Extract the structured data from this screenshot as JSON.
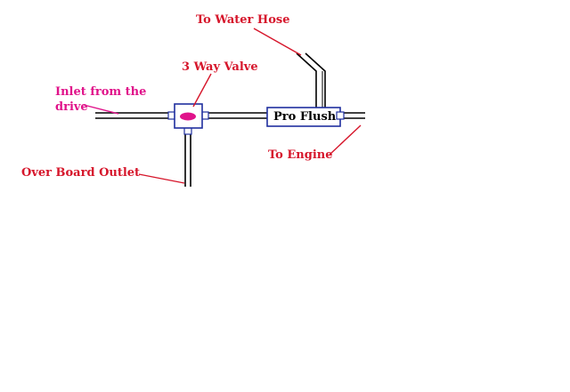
{
  "labels": {
    "water_hose": "To Water Hose",
    "three_way_valve": "3 Way Valve",
    "inlet_line1": "Inlet from the",
    "inlet_line2": "drive",
    "pro_flush": "Pro Flush",
    "to_engine": "To Engine",
    "overboard": "Over Board Outlet"
  },
  "colors": {
    "label_red": "#d6162b",
    "label_magenta": "#e0138a",
    "pipe": "#000000",
    "component_outline": "#1f2f9e",
    "valve_handle": "#e0138a"
  }
}
